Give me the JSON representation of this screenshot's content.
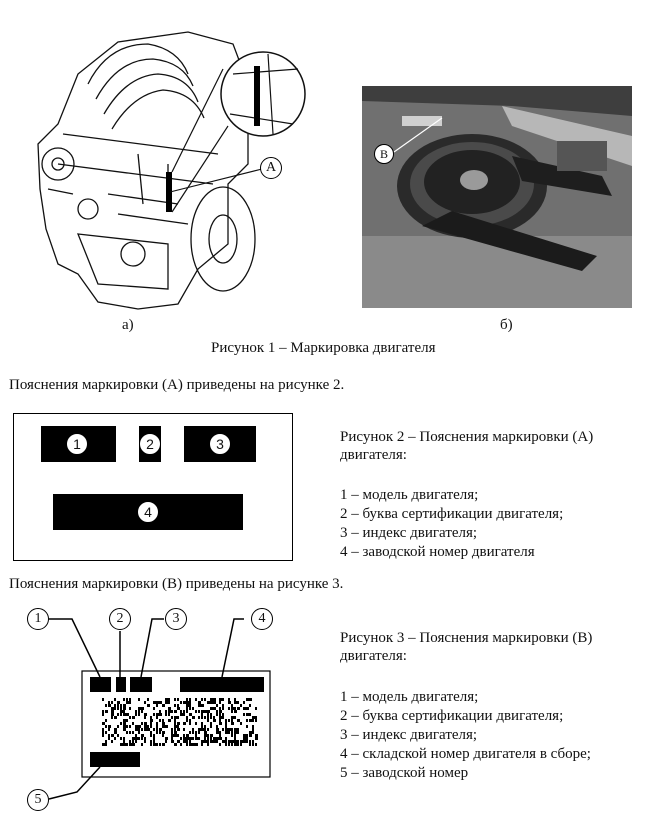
{
  "figure1": {
    "label_a": "А",
    "label_b": "В",
    "sub_a": "а)",
    "sub_b": "б)",
    "caption": "Рисунок 1 – Маркировка двигателя"
  },
  "intro_a": "Пояснения маркировки (А) приведены на рисунке 2.",
  "figure2": {
    "markers": [
      "1",
      "2",
      "3",
      "4"
    ],
    "caption_line1": "Рисунок 2 – Пояснения маркировки (А)",
    "caption_line2": "двигателя:",
    "items": [
      "1 – модель двигателя;",
      "2 – буква сертификации двигателя;",
      "3 – индекс двигателя;",
      "4 – заводской номер двигателя"
    ]
  },
  "intro_b": "Пояснения маркировки (В) приведены на рисунке 3.",
  "figure3": {
    "markers": [
      "1",
      "2",
      "3",
      "4",
      "5"
    ],
    "caption_line1": "Рисунок 3 – Пояснения маркировки (В)",
    "caption_line2": "двигателя:",
    "items": [
      "1 – модель двигателя;",
      "2 – буква сертификации двигателя;",
      "3 – индекс двигателя;",
      "4 – складской номер двигателя в сборе;",
      "5 – заводской номер"
    ]
  }
}
